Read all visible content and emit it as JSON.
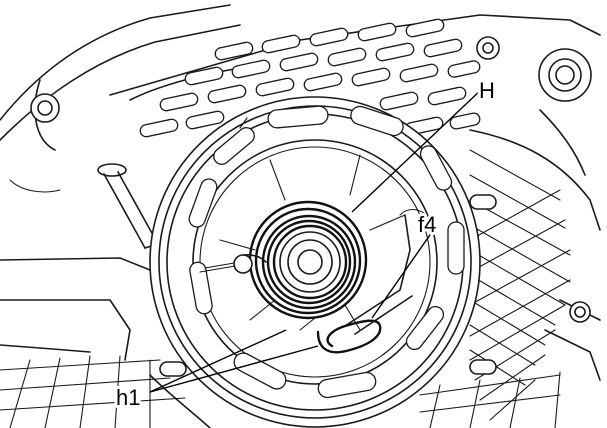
{
  "labels": {
    "H": "H",
    "f4": "f4",
    "h1": "h1"
  },
  "colors": {
    "line": "#1a1a1a",
    "background": "#ffffff"
  }
}
